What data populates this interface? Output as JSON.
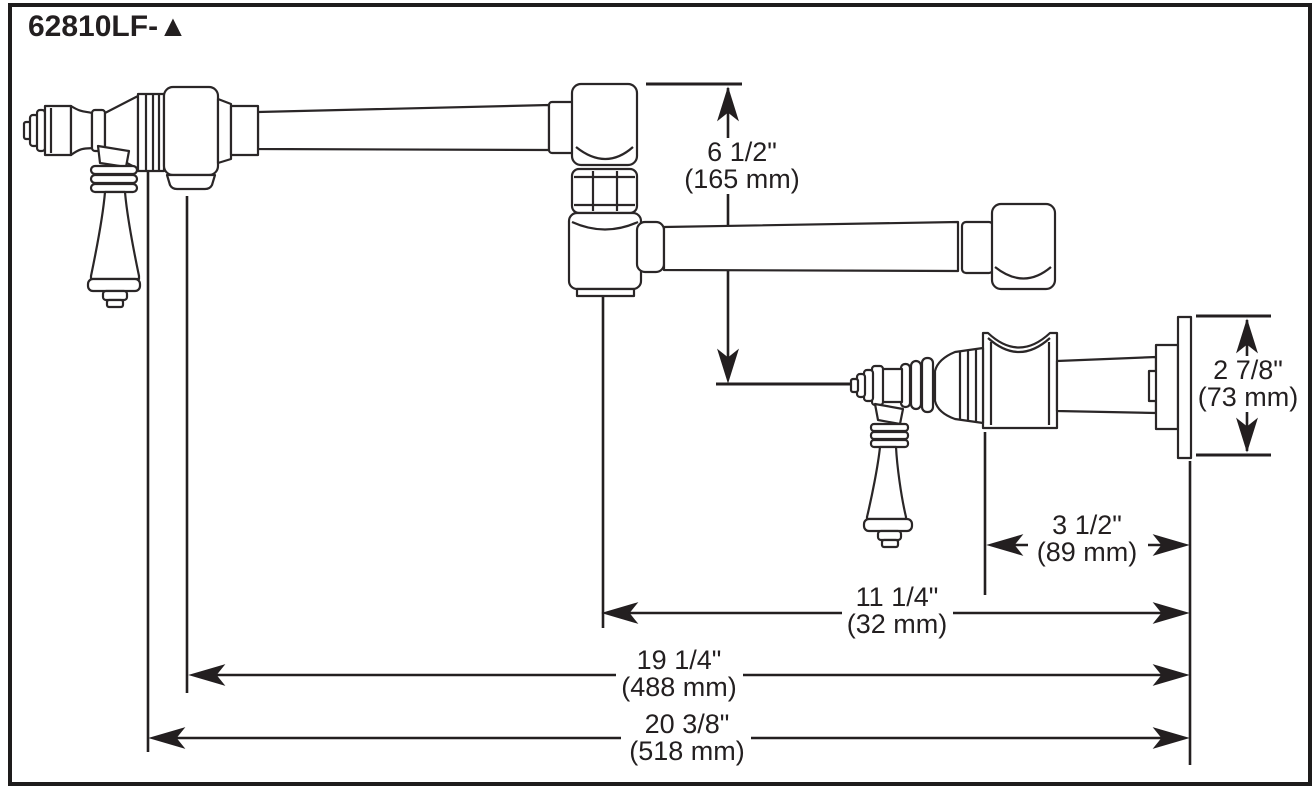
{
  "title": "62810LF-▲",
  "dimensions": {
    "drop": {
      "inches": "6 1/2\"",
      "mm": "(165 mm)"
    },
    "plate": {
      "inches": "2 7/8\"",
      "mm": "(73 mm)"
    },
    "wall_offset": {
      "inches": "3 1/2\"",
      "mm": "(89 mm)"
    },
    "swing": {
      "inches": "11 1/4\"",
      "mm": "(32 mm)"
    },
    "reach_inner": {
      "inches": "19 1/4\"",
      "mm": "(488 mm)"
    },
    "reach_full": {
      "inches": "20 3/8\"",
      "mm": "(518 mm)"
    }
  }
}
